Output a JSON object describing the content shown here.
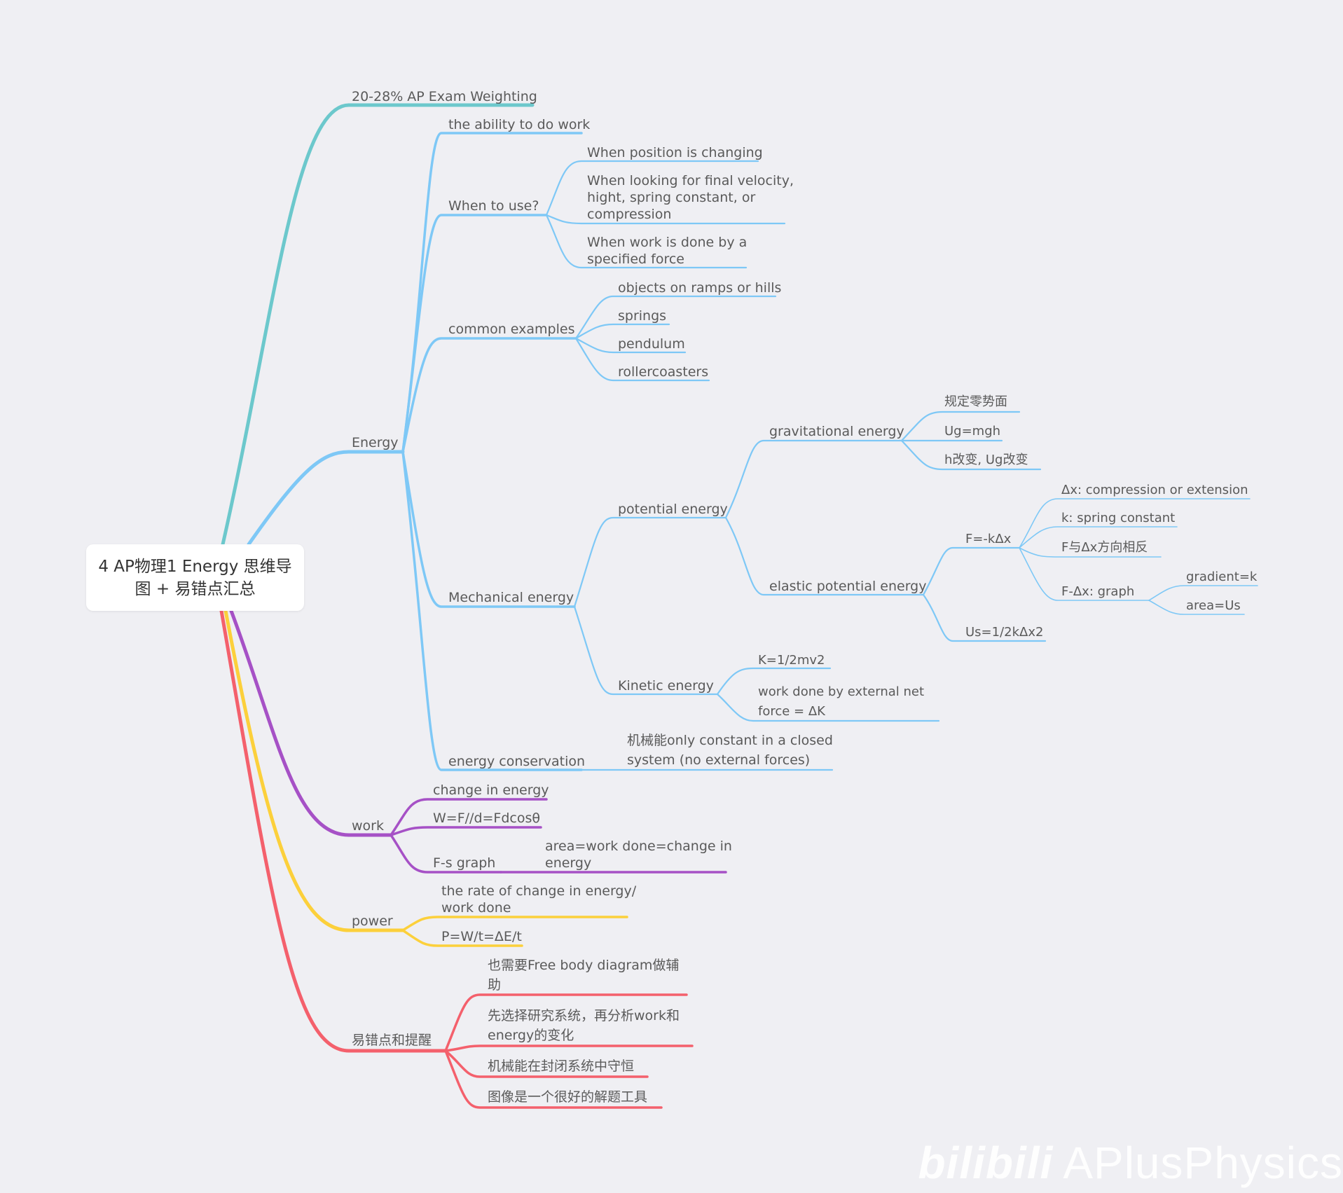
{
  "root": {
    "title": "4 AP物理1 Energy 思维导图 + 易错点汇总"
  },
  "colors": {
    "teal": "#6cc8cc",
    "blue": "#7ec8f6",
    "purple": "#a651c6",
    "yellow": "#fcd03b",
    "red": "#f4606c"
  },
  "branches": {
    "weighting": "20-28% AP Exam Weighting",
    "energy": {
      "label": "Energy",
      "definition": "the ability to do work",
      "when_to_use": {
        "label": "When to use?",
        "items": [
          "When position is changing",
          "When looking for final velocity,",
          "hight, spring constant, or",
          "compression",
          "When work is done by a",
          "specified force"
        ]
      },
      "common_examples": {
        "label": "common examples",
        "items": [
          "objects on ramps or hills",
          "springs",
          "pendulum",
          "rollercoasters"
        ]
      },
      "mechanical": {
        "label": "Mechanical energy",
        "potential": {
          "label": "potential energy",
          "gravitational": {
            "label": "gravitational energy",
            "items": [
              "规定零势面",
              "Ug=mgh",
              "h改变, Ug改变"
            ]
          },
          "elastic": {
            "label": "elastic potential energy",
            "hooke": {
              "label": "F=-kΔx",
              "items": [
                "Δx: compression or extension",
                "k: spring constant",
                "F与Δx方向相反"
              ]
            },
            "graph": {
              "label": "F-Δx: graph",
              "items": [
                "gradient=k",
                "area=Us"
              ]
            },
            "us": "Us=1/2kΔx2"
          }
        },
        "kinetic": {
          "label": "Kinetic energy",
          "items": [
            "K=1/2mv2",
            "work done by external net",
            "force = ΔK"
          ]
        }
      },
      "conservation": {
        "label": "energy conservation",
        "items": [
          "机械能only constant in a closed",
          "system (no external forces)"
        ]
      }
    },
    "work": {
      "label": "work",
      "items": [
        "change in energy",
        "W=F//d=Fdcosθ"
      ],
      "fs_graph": {
        "label": "F-s graph",
        "items": [
          "area=work done=change in",
          "energy"
        ]
      }
    },
    "power": {
      "label": "power",
      "items": [
        "the rate of change in energy/",
        "work done",
        "P=W/t=ΔE/t"
      ]
    },
    "mistakes": {
      "label": "易错点和提醒",
      "items": [
        "也需要Free body diagram做辅",
        "助",
        "先选择研究系统，再分析work和",
        "energy的变化",
        "机械能在封闭系统中守恒",
        "图像是一个很好的解题工具"
      ]
    }
  },
  "watermark": {
    "logo": "bilibili",
    "text": "APlusPhysics"
  }
}
